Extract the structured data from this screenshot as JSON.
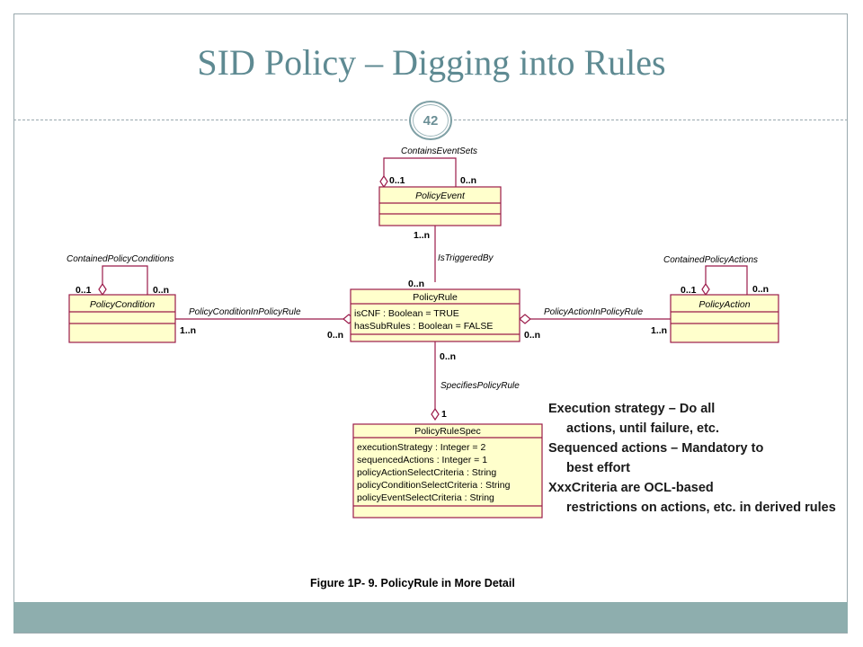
{
  "slide": {
    "title": "SID Policy – Digging into Rules",
    "page_number": "42"
  },
  "diagram": {
    "classes": {
      "policy_event": {
        "name": "PolicyEvent"
      },
      "policy_rule": {
        "name": "PolicyRule",
        "attributes": [
          "isCNF : Boolean = TRUE",
          "hasSubRules : Boolean = FALSE"
        ]
      },
      "policy_condition": {
        "name": "PolicyCondition"
      },
      "policy_action": {
        "name": "PolicyAction"
      },
      "policy_rule_spec": {
        "name": "PolicyRuleSpec",
        "attributes": [
          "executionStrategy : Integer = 2",
          "sequencedActions : Integer = 1",
          "policyActionSelectCriteria : String",
          "policyConditionSelectCriteria : String",
          "policyEventSelectCriteria : String"
        ]
      }
    },
    "associations": {
      "contains_event_sets": "ContainsEventSets",
      "contained_policy_conditions": "ContainedPolicyConditions",
      "contained_policy_actions": "ContainedPolicyActions",
      "is_triggered_by": "IsTriggeredBy",
      "condition_in_rule": "PolicyConditionInPolicyRule",
      "action_in_rule": "PolicyActionInPolicyRule",
      "specifies_policy_rule": "SpecifiesPolicyRule"
    },
    "multiplicities": {
      "zero_one": "0..1",
      "zero_n": "0..n",
      "one_n": "1..n",
      "one": "1"
    },
    "caption": "Figure 1P- 9.  PolicyRule in More Detail"
  },
  "notes": [
    {
      "line1": "Execution strategy – Do all",
      "line2": "actions, until failure, etc."
    },
    {
      "line1": "Sequenced actions – Mandatory to",
      "line2": "best effort"
    },
    {
      "line1": "XxxCriteria are OCL-based",
      "line2": "restrictions on actions, etc. in derived rules"
    }
  ],
  "colors": {
    "title": "#5e8a92",
    "class_fill": "#ffffcc",
    "class_border": "#9b1b4a",
    "footer": "#8eaeae"
  }
}
